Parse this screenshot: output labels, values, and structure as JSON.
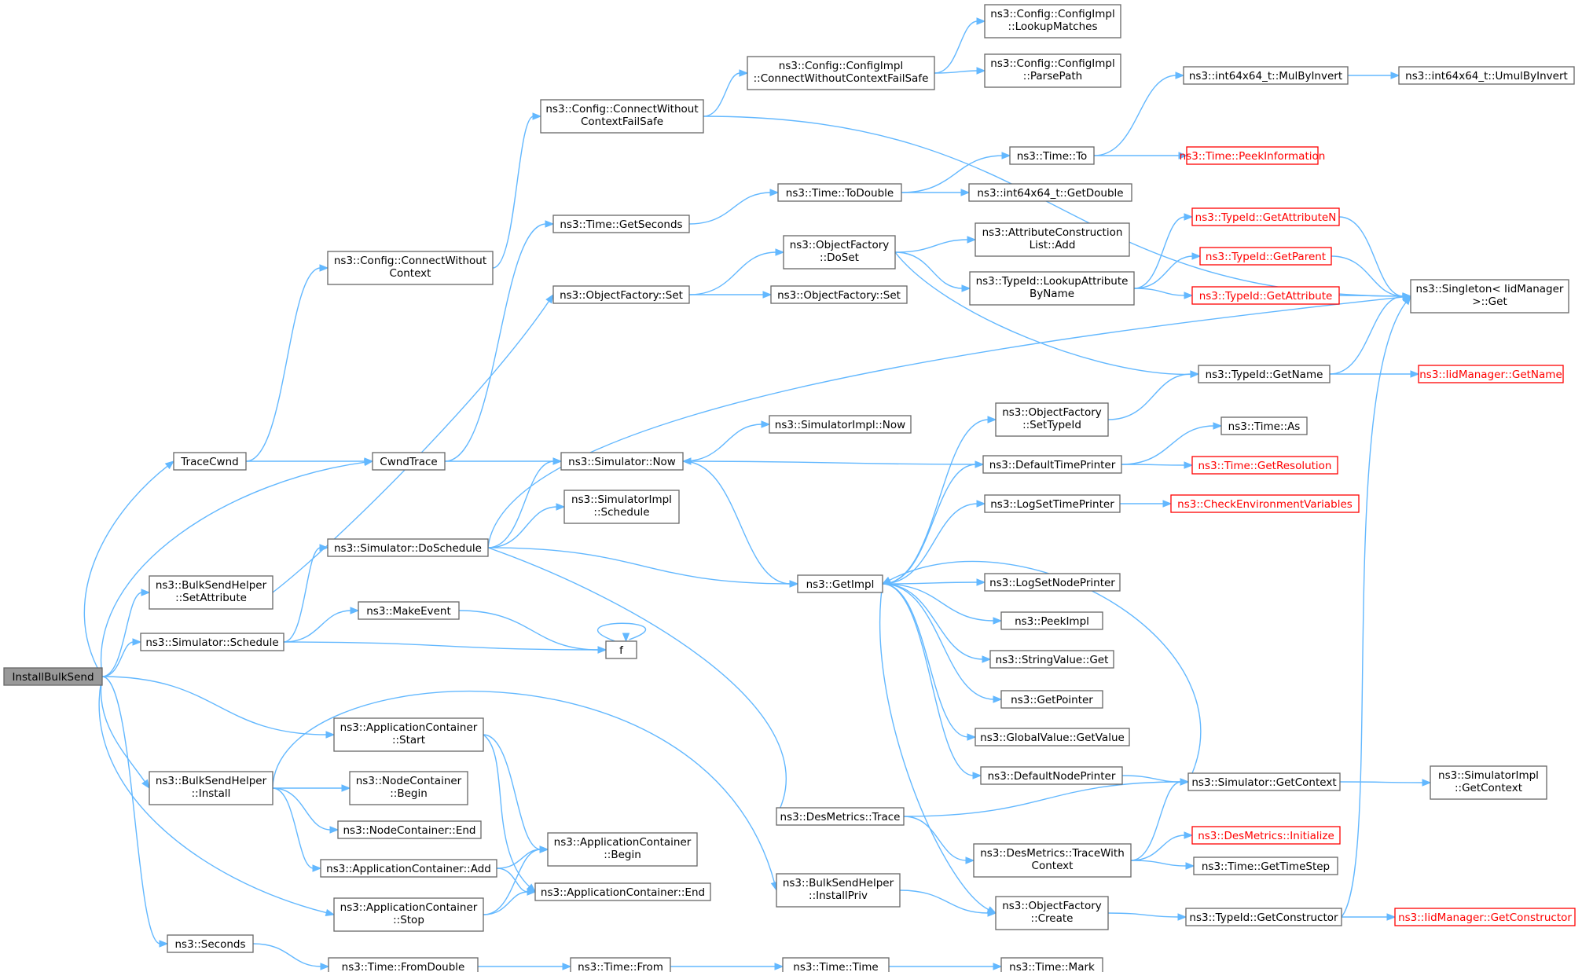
{
  "nodes": [
    {
      "id": "n0",
      "lines": [
        "InstallBulkSend"
      ],
      "root": true
    },
    {
      "id": "n1",
      "lines": [
        "TraceCwnd"
      ]
    },
    {
      "id": "n2",
      "lines": [
        "CwndTrace"
      ]
    },
    {
      "id": "n3",
      "lines": [
        "ns3::Config::ConnectWithout",
        "Context"
      ]
    },
    {
      "id": "n4",
      "lines": [
        "ns3::Config::ConnectWithout",
        "ContextFailSafe"
      ]
    },
    {
      "id": "n5",
      "lines": [
        "ns3::Config::ConfigImpl",
        "::ConnectWithoutContextFailSafe"
      ]
    },
    {
      "id": "n6",
      "lines": [
        "ns3::Config::ConfigImpl",
        "::LookupMatches"
      ]
    },
    {
      "id": "n7",
      "lines": [
        "ns3::Config::ConfigImpl",
        "::ParsePath"
      ]
    },
    {
      "id": "n8",
      "lines": [
        "ns3::int64x64_t::MulByInvert"
      ]
    },
    {
      "id": "n9",
      "lines": [
        "ns3::int64x64_t::UmulByInvert"
      ]
    },
    {
      "id": "n10",
      "lines": [
        "ns3::Time::To"
      ]
    },
    {
      "id": "n11",
      "lines": [
        "ns3::Time::PeekInformation"
      ],
      "red": true
    },
    {
      "id": "n12",
      "lines": [
        "ns3::Time::GetSeconds"
      ]
    },
    {
      "id": "n13",
      "lines": [
        "ns3::Time::ToDouble"
      ]
    },
    {
      "id": "n14",
      "lines": [
        "ns3::int64x64_t::GetDouble"
      ]
    },
    {
      "id": "n15",
      "lines": [
        "ns3::ObjectFactory",
        "::DoSet"
      ]
    },
    {
      "id": "n16",
      "lines": [
        "ns3::AttributeConstruction",
        "List::Add"
      ]
    },
    {
      "id": "n17",
      "lines": [
        "ns3::TypeId::GetAttributeN"
      ],
      "red": true
    },
    {
      "id": "n18",
      "lines": [
        "ns3::TypeId::GetParent"
      ],
      "red": true
    },
    {
      "id": "n19",
      "lines": [
        "ns3::TypeId::LookupAttribute",
        "ByName"
      ]
    },
    {
      "id": "n20",
      "lines": [
        "ns3::TypeId::GetAttribute"
      ],
      "red": true
    },
    {
      "id": "n21",
      "lines": [
        "ns3::Singleton< IidManager",
        ">::Get"
      ]
    },
    {
      "id": "n22",
      "lines": [
        "ns3::ObjectFactory::Set"
      ]
    },
    {
      "id": "n23",
      "lines": [
        "ns3::ObjectFactory::Set"
      ]
    },
    {
      "id": "n24",
      "lines": [
        "ns3::TypeId::GetName"
      ]
    },
    {
      "id": "n25",
      "lines": [
        "ns3::IidManager::GetName"
      ],
      "red": true
    },
    {
      "id": "n26",
      "lines": [
        "ns3::SimulatorImpl::Now"
      ]
    },
    {
      "id": "n27",
      "lines": [
        "ns3::ObjectFactory",
        "::SetTypeId"
      ]
    },
    {
      "id": "n28",
      "lines": [
        "ns3::Time::As"
      ]
    },
    {
      "id": "n29",
      "lines": [
        "ns3::Simulator::Now"
      ]
    },
    {
      "id": "n30",
      "lines": [
        "ns3::DefaultTimePrinter"
      ]
    },
    {
      "id": "n31",
      "lines": [
        "ns3::Time::GetResolution"
      ],
      "red": true
    },
    {
      "id": "n32",
      "lines": [
        "ns3::SimulatorImpl",
        "::Schedule"
      ]
    },
    {
      "id": "n33",
      "lines": [
        "ns3::LogSetTimePrinter"
      ]
    },
    {
      "id": "n34",
      "lines": [
        "ns3::CheckEnvironmentVariables"
      ],
      "red": true
    },
    {
      "id": "n35",
      "lines": [
        "ns3::Simulator::DoSchedule"
      ]
    },
    {
      "id": "n36",
      "lines": [
        "ns3::BulkSendHelper",
        "::SetAttribute"
      ]
    },
    {
      "id": "n37",
      "lines": [
        "ns3::GetImpl"
      ]
    },
    {
      "id": "n38",
      "lines": [
        "ns3::LogSetNodePrinter"
      ]
    },
    {
      "id": "n39",
      "lines": [
        "ns3::MakeEvent"
      ]
    },
    {
      "id": "n40",
      "lines": [
        "ns3::PeekImpl"
      ]
    },
    {
      "id": "n41",
      "lines": [
        "ns3::Simulator::Schedule"
      ]
    },
    {
      "id": "n42",
      "lines": [
        "f"
      ]
    },
    {
      "id": "n43",
      "lines": [
        "ns3::StringValue::Get"
      ]
    },
    {
      "id": "n44",
      "lines": [
        "ns3::GetPointer"
      ]
    },
    {
      "id": "n45",
      "lines": [
        "ns3::ApplicationContainer",
        "::Start"
      ]
    },
    {
      "id": "n46",
      "lines": [
        "ns3::GlobalValue::GetValue"
      ]
    },
    {
      "id": "n47",
      "lines": [
        "ns3::DefaultNodePrinter"
      ]
    },
    {
      "id": "n48",
      "lines": [
        "ns3::NodeContainer",
        "::Begin"
      ]
    },
    {
      "id": "n49",
      "lines": [
        "ns3::BulkSendHelper",
        "::Install"
      ]
    },
    {
      "id": "n50",
      "lines": [
        "ns3::Simulator::GetContext"
      ]
    },
    {
      "id": "n51",
      "lines": [
        "ns3::SimulatorImpl",
        "::GetContext"
      ]
    },
    {
      "id": "n52",
      "lines": [
        "ns3::DesMetrics::Trace"
      ]
    },
    {
      "id": "n53",
      "lines": [
        "ns3::NodeContainer::End"
      ]
    },
    {
      "id": "n54",
      "lines": [
        "ns3::DesMetrics::Initialize"
      ],
      "red": true
    },
    {
      "id": "n55",
      "lines": [
        "ns3::ApplicationContainer",
        "::Begin"
      ]
    },
    {
      "id": "n56",
      "lines": [
        "ns3::ApplicationContainer::Add"
      ]
    },
    {
      "id": "n57",
      "lines": [
        "ns3::DesMetrics::TraceWith",
        "Context"
      ]
    },
    {
      "id": "n58",
      "lines": [
        "ns3::Time::GetTimeStep"
      ]
    },
    {
      "id": "n59",
      "lines": [
        "ns3::ApplicationContainer::End"
      ]
    },
    {
      "id": "n60",
      "lines": [
        "ns3::BulkSendHelper",
        "::InstallPriv"
      ]
    },
    {
      "id": "n61",
      "lines": [
        "ns3::ApplicationContainer",
        "::Stop"
      ]
    },
    {
      "id": "n62",
      "lines": [
        "ns3::ObjectFactory",
        "::Create"
      ]
    },
    {
      "id": "n63",
      "lines": [
        "ns3::TypeId::GetConstructor"
      ]
    },
    {
      "id": "n64",
      "lines": [
        "ns3::IidManager::GetConstructor"
      ],
      "red": true
    },
    {
      "id": "n65",
      "lines": [
        "ns3::Seconds"
      ]
    },
    {
      "id": "n66",
      "lines": [
        "ns3::Time::FromDouble"
      ]
    },
    {
      "id": "n67",
      "lines": [
        "ns3::Time::From"
      ]
    },
    {
      "id": "n68",
      "lines": [
        "ns3::Time::Time"
      ]
    },
    {
      "id": "n69",
      "lines": [
        "ns3::Time::Mark"
      ]
    }
  ],
  "edges": [
    [
      "n0",
      "n1"
    ],
    [
      "n0",
      "n2"
    ],
    [
      "n0",
      "n36"
    ],
    [
      "n0",
      "n41"
    ],
    [
      "n0",
      "n45"
    ],
    [
      "n0",
      "n49"
    ],
    [
      "n0",
      "n61"
    ],
    [
      "n0",
      "n65"
    ],
    [
      "n1",
      "n2"
    ],
    [
      "n1",
      "n3"
    ],
    [
      "n2",
      "n12"
    ],
    [
      "n2",
      "n29"
    ],
    [
      "n3",
      "n4"
    ],
    [
      "n4",
      "n5"
    ],
    [
      "n4",
      "n21"
    ],
    [
      "n5",
      "n6"
    ],
    [
      "n5",
      "n7"
    ],
    [
      "n8",
      "n9"
    ],
    [
      "n10",
      "n8"
    ],
    [
      "n10",
      "n11"
    ],
    [
      "n12",
      "n13"
    ],
    [
      "n13",
      "n10"
    ],
    [
      "n13",
      "n14"
    ],
    [
      "n15",
      "n16"
    ],
    [
      "n15",
      "n19"
    ],
    [
      "n15",
      "n24"
    ],
    [
      "n17",
      "n21"
    ],
    [
      "n18",
      "n21"
    ],
    [
      "n19",
      "n17"
    ],
    [
      "n19",
      "n18"
    ],
    [
      "n19",
      "n20"
    ],
    [
      "n20",
      "n21"
    ],
    [
      "n22",
      "n15"
    ],
    [
      "n22",
      "n23"
    ],
    [
      "n24",
      "n21"
    ],
    [
      "n24",
      "n25"
    ],
    [
      "n27",
      "n24"
    ],
    [
      "n29",
      "n26"
    ],
    [
      "n29",
      "n37"
    ],
    [
      "n30",
      "n28"
    ],
    [
      "n30",
      "n29"
    ],
    [
      "n30",
      "n31"
    ],
    [
      "n33",
      "n34"
    ],
    [
      "n35",
      "n21"
    ],
    [
      "n35",
      "n29"
    ],
    [
      "n35",
      "n32"
    ],
    [
      "n35",
      "n37"
    ],
    [
      "n35",
      "n52"
    ],
    [
      "n36",
      "n22"
    ],
    [
      "n37",
      "n27"
    ],
    [
      "n37",
      "n30"
    ],
    [
      "n37",
      "n33"
    ],
    [
      "n37",
      "n38"
    ],
    [
      "n37",
      "n40"
    ],
    [
      "n37",
      "n43"
    ],
    [
      "n37",
      "n44"
    ],
    [
      "n37",
      "n46"
    ],
    [
      "n37",
      "n47"
    ],
    [
      "n37",
      "n62"
    ],
    [
      "n39",
      "n42"
    ],
    [
      "n41",
      "n35"
    ],
    [
      "n41",
      "n39"
    ],
    [
      "n41",
      "n42"
    ],
    [
      "n42",
      "n42"
    ],
    [
      "n45",
      "n55"
    ],
    [
      "n45",
      "n59"
    ],
    [
      "n47",
      "n50"
    ],
    [
      "n49",
      "n48"
    ],
    [
      "n49",
      "n53"
    ],
    [
      "n49",
      "n56"
    ],
    [
      "n49",
      "n60"
    ],
    [
      "n50",
      "n37"
    ],
    [
      "n50",
      "n51"
    ],
    [
      "n52",
      "n50"
    ],
    [
      "n52",
      "n57"
    ],
    [
      "n56",
      "n55"
    ],
    [
      "n56",
      "n59"
    ],
    [
      "n57",
      "n50"
    ],
    [
      "n57",
      "n54"
    ],
    [
      "n57",
      "n58"
    ],
    [
      "n60",
      "n62"
    ],
    [
      "n61",
      "n55"
    ],
    [
      "n61",
      "n59"
    ],
    [
      "n62",
      "n63"
    ],
    [
      "n63",
      "n21"
    ],
    [
      "n63",
      "n64"
    ],
    [
      "n65",
      "n66"
    ],
    [
      "n66",
      "n67"
    ],
    [
      "n67",
      "n68"
    ],
    [
      "n68",
      "n69"
    ]
  ]
}
